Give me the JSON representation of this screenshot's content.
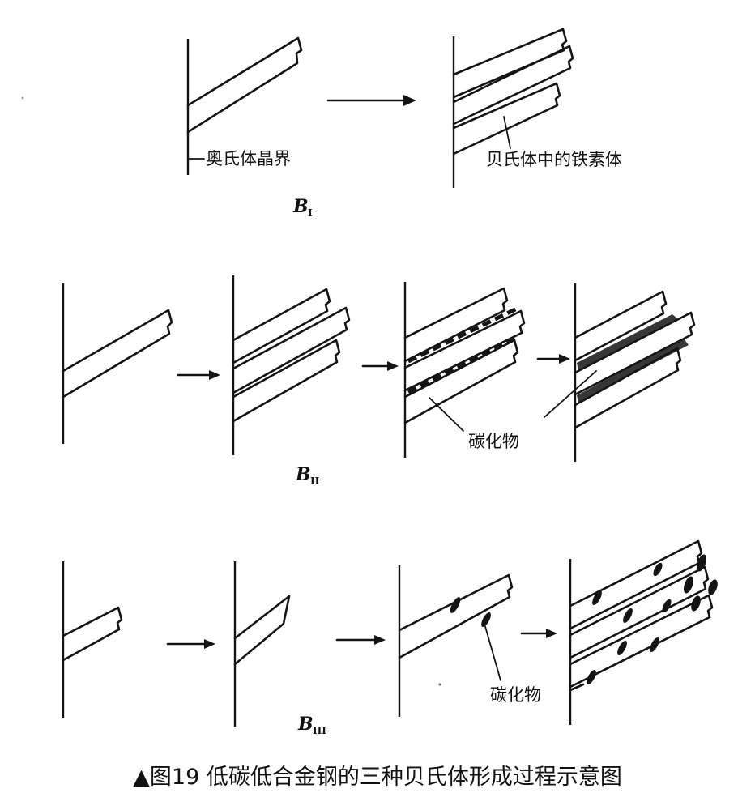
{
  "rows": [
    {
      "label": "B",
      "subscript": "I",
      "annotations": {
        "grain_boundary": "奥氏体晶界",
        "ferrite": "贝氏体中的铁素体"
      }
    },
    {
      "label": "B",
      "subscript": "II",
      "annotations": {
        "carbide": "碳化物"
      }
    },
    {
      "label": "B",
      "subscript": "III",
      "annotations": {
        "carbide": "碳化物"
      }
    }
  ],
  "caption": "▲图19 低碳低合金钢的三种贝氏体形成过程示意图"
}
